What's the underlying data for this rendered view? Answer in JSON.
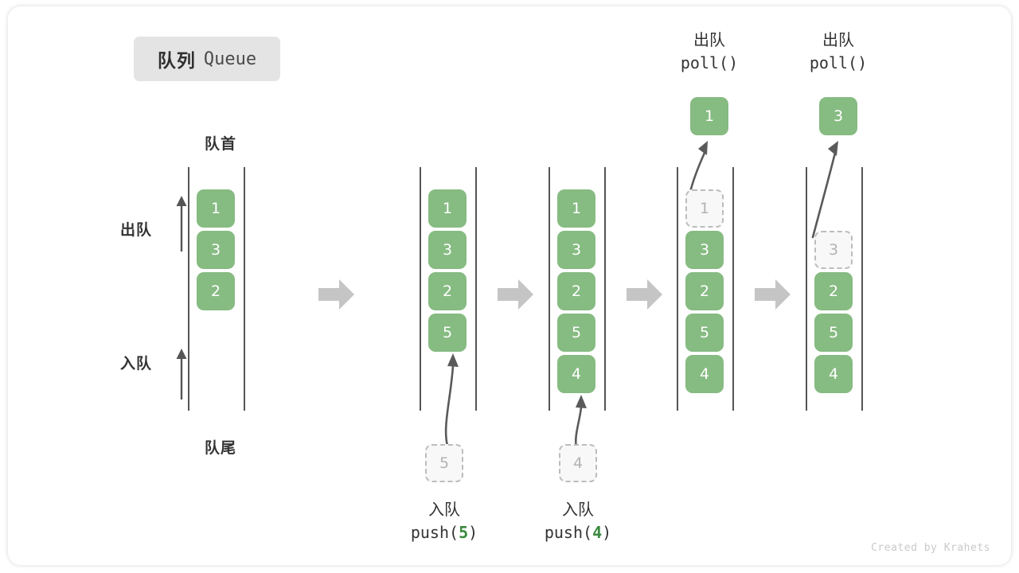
{
  "title": {
    "cn": "队列",
    "en": "Queue"
  },
  "labels": {
    "front": "队首",
    "rear": "队尾",
    "dequeue_dir": "出队",
    "enqueue_dir": "入队"
  },
  "colors": {
    "cell_fill": "#86bb82",
    "cell_text": "#ffffff",
    "ghost_border": "#bcbcbc",
    "ghost_text": "#b3b3b3",
    "rail": "#555555",
    "step_arrow": "#c5c5c5",
    "accent_number": "#3a8a3e",
    "badge_bg": "#e4e4e4",
    "text": "#333333"
  },
  "columns": [
    {
      "name": "initial",
      "cells": [
        "1",
        "3",
        "2"
      ],
      "ghost": null,
      "caption": null,
      "output": null
    },
    {
      "name": "after-push-5",
      "cells": [
        "1",
        "3",
        "2",
        "5"
      ],
      "ghost": {
        "value": "5",
        "position": "bottom"
      },
      "caption": {
        "cn": "入队",
        "code_prefix": "push(",
        "code_num": "5",
        "code_suffix": ")"
      },
      "output": null
    },
    {
      "name": "after-push-4",
      "cells": [
        "1",
        "3",
        "2",
        "5",
        "4"
      ],
      "ghost": {
        "value": "4",
        "position": "bottom"
      },
      "caption": {
        "cn": "入队",
        "code_prefix": "push(",
        "code_num": "4",
        "code_suffix": ")"
      },
      "output": null
    },
    {
      "name": "after-poll-1",
      "cells": [
        "3",
        "2",
        "5",
        "4"
      ],
      "ghost": {
        "value": "1",
        "position": "top"
      },
      "caption": {
        "cn": "出队",
        "code_prefix": "poll(",
        "code_num": "",
        "code_suffix": ")"
      },
      "output": {
        "value": "1"
      }
    },
    {
      "name": "after-poll-3",
      "cells": [
        "2",
        "5",
        "4"
      ],
      "ghost": {
        "value": "3",
        "position": "second"
      },
      "caption": {
        "cn": "出队",
        "code_prefix": "poll(",
        "code_num": "",
        "code_suffix": ")"
      },
      "output": {
        "value": "3"
      }
    }
  ],
  "step_arrow_count": 4,
  "credit": "Created by Krahets"
}
